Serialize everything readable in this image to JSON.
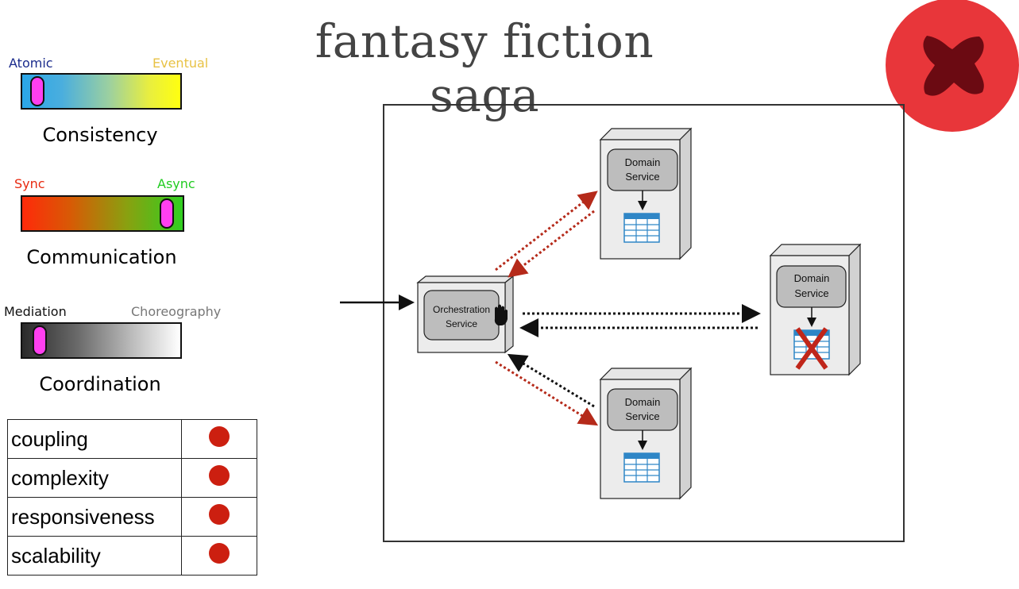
{
  "title": "fantasy fiction saga",
  "scales": {
    "consistency": {
      "left": "Atomic",
      "right": "Eventual",
      "name": "Consistency",
      "left_color": "#1a2b8c",
      "right_color": "#e8c244",
      "value": 0.08
    },
    "communication": {
      "left": "Sync",
      "right": "Async",
      "name": "Communication",
      "left_color": "#e82a10",
      "right_color": "#22cc22",
      "value": 0.91
    },
    "coordination": {
      "left": "Mediation",
      "right": "Choreography",
      "name": "Coordination",
      "left_color": "#111111",
      "right_color": "#777777",
      "value": 0.11
    }
  },
  "metrics": [
    {
      "label": "coupling",
      "rating_color": "#cc1f10"
    },
    {
      "label": "complexity",
      "rating_color": "#cc1f10"
    },
    {
      "label": "responsiveness",
      "rating_color": "#cc1f10"
    },
    {
      "label": "scalability",
      "rating_color": "#cc1f10"
    }
  ],
  "diagram": {
    "orchestrator": {
      "line1": "Orchestration",
      "line2": "Service"
    },
    "domain_top": {
      "line1": "Domain",
      "line2": "Service"
    },
    "domain_right": {
      "line1": "Domain",
      "line2": "Service"
    },
    "domain_bottom": {
      "line1": "Domain",
      "line2": "Service"
    }
  },
  "status_icon": "failure-x-icon",
  "colors": {
    "failure": "#e8363a",
    "failure_dark": "#6b0a12",
    "arrow_red": "#b52a1a",
    "db_blue": "#2f86c6"
  }
}
